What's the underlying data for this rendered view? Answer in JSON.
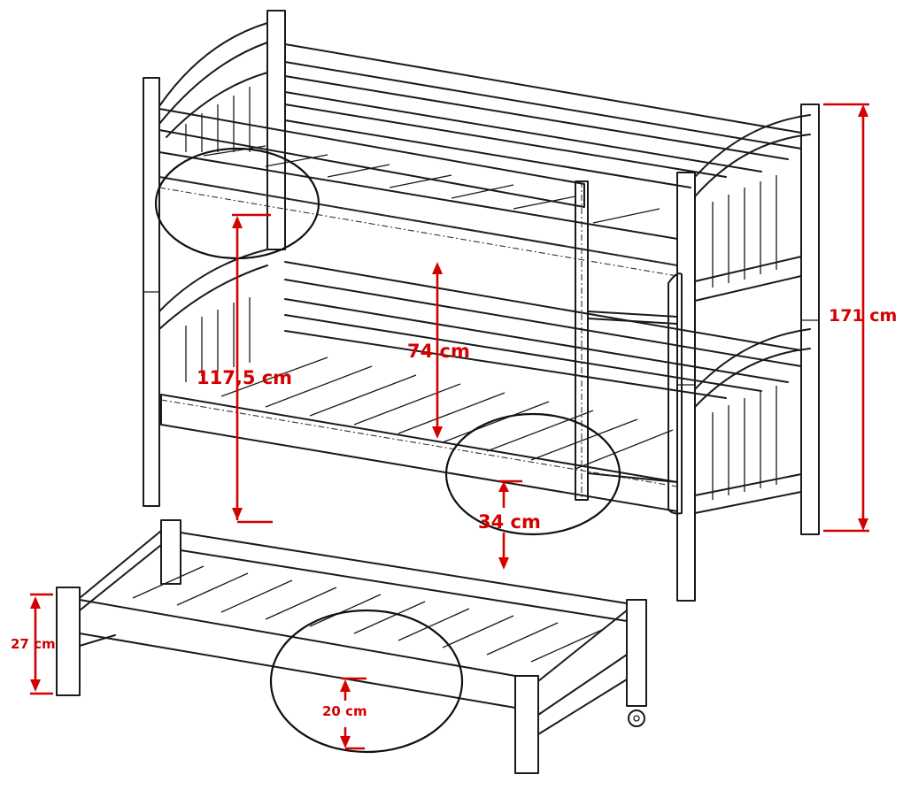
{
  "diagram": {
    "colors": {
      "line": "#1a1a1a",
      "dimension": "#d40000",
      "background": "#ffffff"
    },
    "dimensions": {
      "total_height": "171 cm",
      "upper_deck_height": "117,5 cm",
      "bunk_clearance": "74 cm",
      "lower_deck_height": "34 cm",
      "trundle_height": "27 cm",
      "trundle_deck_height": "20 cm"
    }
  }
}
